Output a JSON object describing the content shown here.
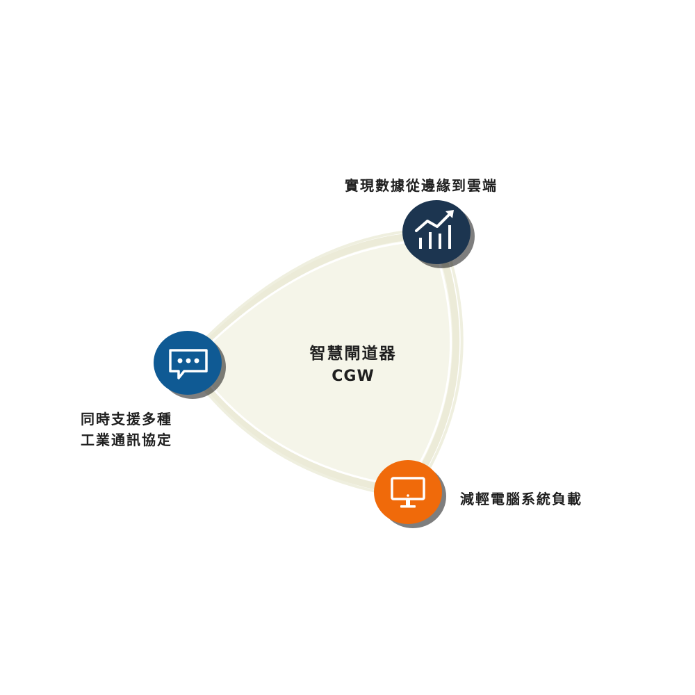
{
  "center": {
    "title": "智慧閘道器",
    "subtitle": "CGW"
  },
  "nodes": [
    {
      "id": "top",
      "label": "實現數據從邊緣到雲端",
      "color": "#1c3550",
      "icon": "bar-chart-trend-icon"
    },
    {
      "id": "left",
      "label_lines": [
        "同時支援多種",
        "工業通訊協定"
      ],
      "color": "#0f5a94",
      "icon": "chat-bubble-icon"
    },
    {
      "id": "bottom",
      "label": "減輕電腦系統負載",
      "color": "#f06a0a",
      "icon": "monitor-icon"
    }
  ],
  "colors": {
    "triangle_fill": "#f5f5e9",
    "triangle_outline": "#ebebd7"
  }
}
